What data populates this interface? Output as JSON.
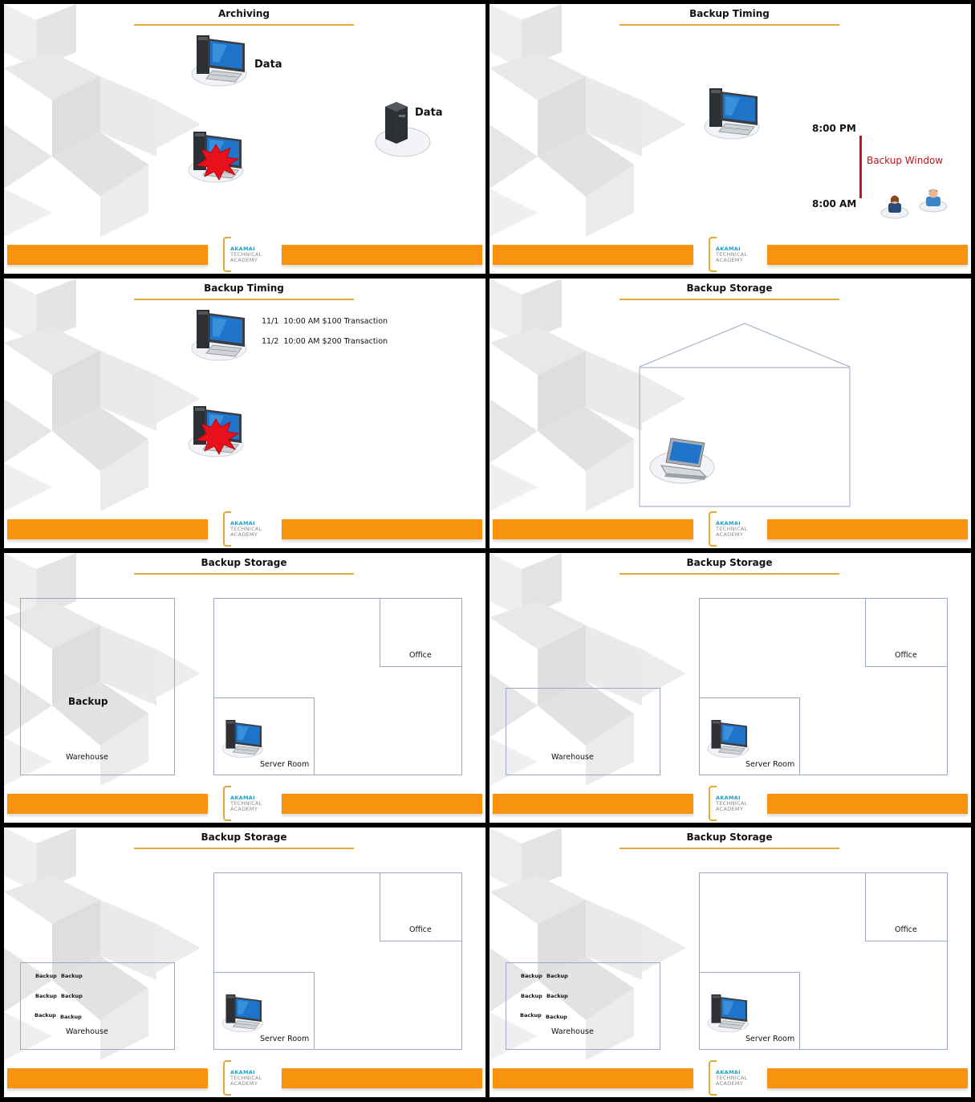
{
  "logo": {
    "line1": "AKAMAI",
    "line2": "TECHNICAL",
    "line3": "ACADEMY"
  },
  "colors": {
    "orange_bar": "#f7930e",
    "title_rule": "#e2a93a",
    "backup_window": "#c0141e",
    "logo_blue": "#1aa1c4"
  },
  "slides": [
    {
      "title": "Archiving",
      "data_label_1": "Data",
      "data_label_2": "Data"
    },
    {
      "title": "Backup Timing",
      "time_start": "8:00 PM",
      "time_end": "8:00 AM",
      "window_label": "Backup Window"
    },
    {
      "title": "Backup Timing",
      "transaction_1": "11/1  10:00 AM $100 Transaction",
      "transaction_2": "11/2  10:00 AM $200 Transaction"
    },
    {
      "title": "Backup Storage"
    },
    {
      "title": "Backup Storage",
      "office": "Office",
      "server_room": "Server Room",
      "warehouse": "Warehouse",
      "backup": "Backup"
    },
    {
      "title": "Backup Storage",
      "office": "Office",
      "server_room": "Server Room",
      "warehouse": "Warehouse"
    },
    {
      "title": "Backup Storage",
      "office": "Office",
      "server_room": "Server Room",
      "warehouse": "Warehouse",
      "backups": [
        "Backup",
        "Backup",
        "Backup",
        "Backup",
        "Backup",
        "Backup"
      ]
    },
    {
      "title": "Backup Storage",
      "office": "Office",
      "server_room": "Server Room",
      "warehouse": "Warehouse",
      "backups": [
        "Backup",
        "Backup",
        "Backup",
        "Backup",
        "Backup",
        "Backup"
      ]
    }
  ]
}
